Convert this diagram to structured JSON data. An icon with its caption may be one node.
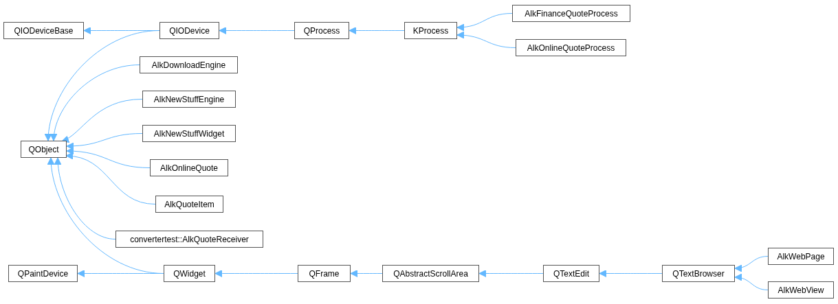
{
  "diagram": {
    "nodes": [
      {
        "text": [
          "QIODeviceBase"
        ]
      },
      {
        "text": [
          "QIODevice"
        ]
      },
      {
        "text": [
          "QProcess"
        ]
      },
      {
        "text": [
          "KProcess"
        ]
      },
      {
        "text": [
          "AlkFinanceQuoteProcess"
        ]
      },
      {
        "text": [
          "AlkOnlineQuoteProcess"
        ]
      },
      {
        "text": [
          "QObject"
        ]
      },
      {
        "text": [
          "AlkDownloadEngine"
        ]
      },
      {
        "text": [
          "AlkNewStuffEngine"
        ]
      },
      {
        "text": [
          "AlkNewStuffWidget"
        ]
      },
      {
        "text": [
          "AlkOnlineQuote"
        ]
      },
      {
        "text": [
          "AlkQuoteItem"
        ]
      },
      {
        "text": [
          "convertertest::AlkQuoteReceiver"
        ]
      },
      {
        "text": [
          "QPaintDevice"
        ]
      },
      {
        "text": [
          "QWidget"
        ]
      },
      {
        "text": [
          "QFrame"
        ]
      },
      {
        "text": [
          "QAbstractScrollArea"
        ]
      },
      {
        "text": [
          "QTextEdit"
        ]
      },
      {
        "text": [
          "QTextBrowser"
        ]
      },
      {
        "text": [
          "AlkWebPage"
        ]
      },
      {
        "text": [
          "AlkWebView"
        ]
      }
    ],
    "edges": [
      {
        "from": 1,
        "to": 0,
        "arrow": "to"
      },
      {
        "from": 1,
        "to": 6,
        "arrow": "to"
      },
      {
        "from": 2,
        "to": 1,
        "arrow": "to"
      },
      {
        "from": 3,
        "to": 2,
        "arrow": "to"
      },
      {
        "from": 4,
        "to": 3,
        "arrow": "to"
      },
      {
        "from": 5,
        "to": 3,
        "arrow": "to"
      },
      {
        "from": 7,
        "to": 6,
        "arrow": "to"
      },
      {
        "from": 8,
        "to": 6,
        "arrow": "to"
      },
      {
        "from": 9,
        "to": 6,
        "arrow": "to"
      },
      {
        "from": 10,
        "to": 6,
        "arrow": "to"
      },
      {
        "from": 11,
        "to": 6,
        "arrow": "to"
      },
      {
        "from": 12,
        "to": 6,
        "arrow": "to"
      },
      {
        "from": 14,
        "to": 6,
        "arrow": "to"
      },
      {
        "from": 14,
        "to": 13,
        "arrow": "to"
      },
      {
        "from": 15,
        "to": 14,
        "arrow": "to"
      },
      {
        "from": 16,
        "to": 15,
        "arrow": "to"
      },
      {
        "from": 17,
        "to": 16,
        "arrow": "to"
      },
      {
        "from": 18,
        "to": 17,
        "arrow": "to"
      },
      {
        "from": 19,
        "to": 18,
        "arrow": "to"
      },
      {
        "from": 20,
        "to": 18,
        "arrow": "to"
      }
    ]
  }
}
